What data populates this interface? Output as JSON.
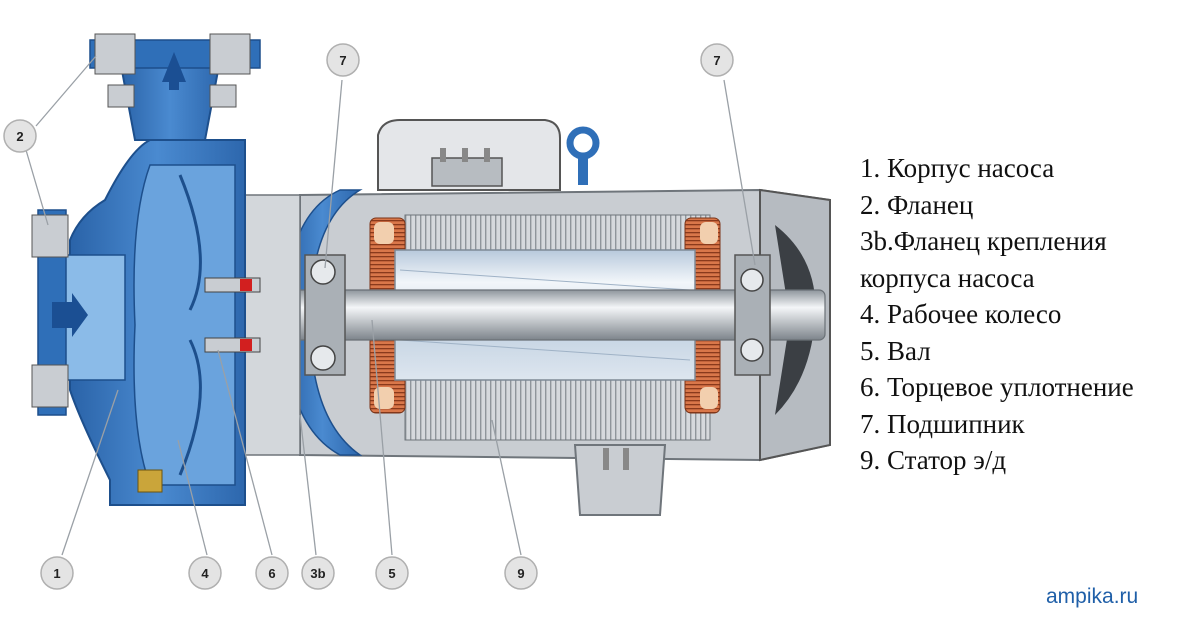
{
  "callouts": [
    {
      "id": "c2",
      "label": "2"
    },
    {
      "id": "c7a",
      "label": "7"
    },
    {
      "id": "c7b",
      "label": "7"
    },
    {
      "id": "c1",
      "label": "1"
    },
    {
      "id": "c4",
      "label": "4"
    },
    {
      "id": "c6",
      "label": "6"
    },
    {
      "id": "c3b",
      "label": "3b"
    },
    {
      "id": "c5",
      "label": "5"
    },
    {
      "id": "c9",
      "label": "9"
    }
  ],
  "legend": [
    "1. Корпус насоса",
    "2. Фланец",
    "3b.Фланец крепления",
    "корпуса насоса",
    "4. Рабочее колесо",
    "5. Вал",
    "6. Торцевое уплотнение",
    "7. Подшипник",
    "9. Статор э/д"
  ],
  "watermark": "ampika.ru",
  "colors": {
    "pump_blue": "#2f6fb8",
    "pump_blue_light": "#6aa3dd",
    "flow_arrow": "#1b4f93",
    "motor_grey": "#c9cdd2",
    "winding_copper": "#c8643a"
  }
}
